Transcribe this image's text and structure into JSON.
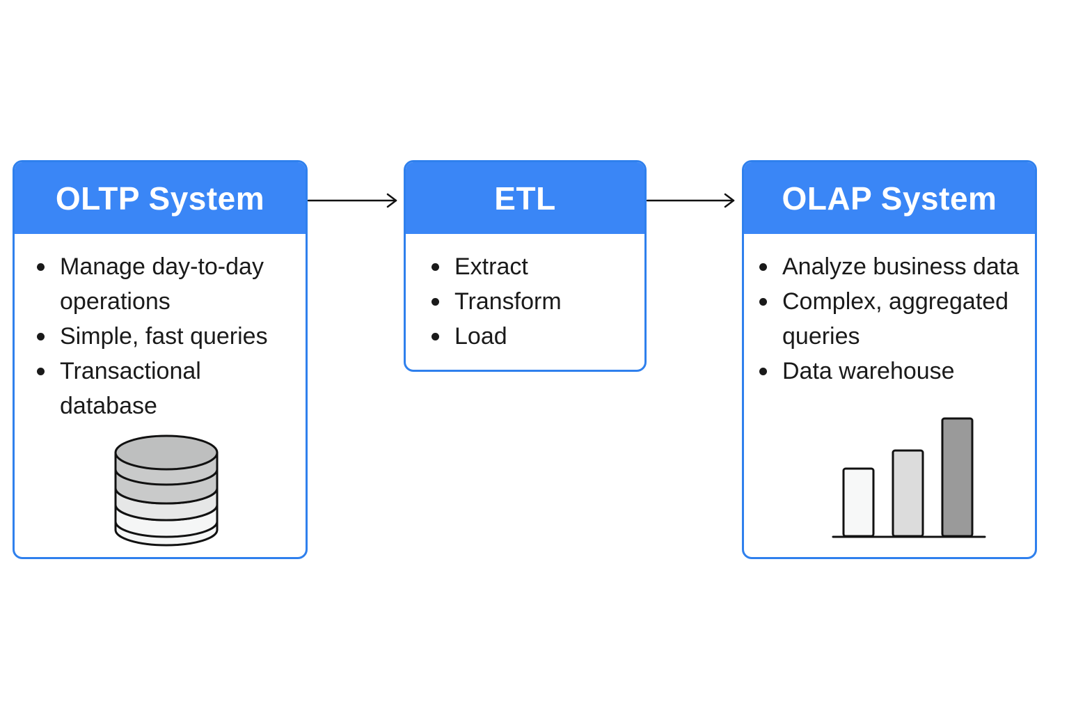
{
  "oltp": {
    "title": "OLTP System",
    "items": [
      "Manage day-to-day operations",
      "Simple, fast queries",
      "Transactional database"
    ]
  },
  "etl": {
    "title": "ETL",
    "items": [
      "Extract",
      "Transform",
      "Load"
    ]
  },
  "olap": {
    "title": "OLAP System",
    "items": [
      "Analyze business data",
      "Complex, aggregated queries",
      "Data warehouse"
    ]
  },
  "colors": {
    "header": "#3a86f6",
    "border": "#2f80ed",
    "text": "#1a1a1a",
    "icon_stroke": "#111111"
  },
  "icons": {
    "oltp": "database-icon",
    "olap": "bar-chart-icon"
  }
}
